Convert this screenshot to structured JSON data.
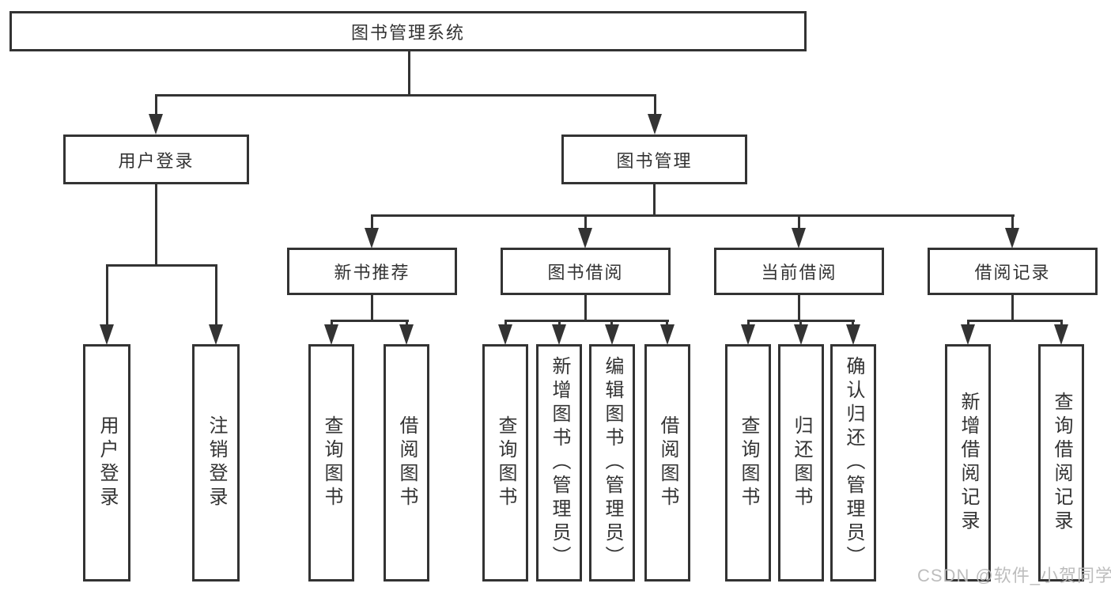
{
  "diagram": {
    "root": {
      "label": "图书管理系统"
    },
    "branches": [
      {
        "label": "用户登录",
        "children": [
          {
            "label": "用户登录"
          },
          {
            "label": "注销登录"
          }
        ]
      },
      {
        "label": "图书管理",
        "children": [
          {
            "label": "新书推荐",
            "children": [
              {
                "label": "查询图书"
              },
              {
                "label": "借阅图书"
              }
            ]
          },
          {
            "label": "图书借阅",
            "children": [
              {
                "label": "查询图书"
              },
              {
                "label": "新增图书（管理员）"
              },
              {
                "label": "编辑图书（管理员）"
              },
              {
                "label": "借阅图书"
              }
            ]
          },
          {
            "label": "当前借阅",
            "children": [
              {
                "label": "查询图书"
              },
              {
                "label": "归还图书"
              },
              {
                "label": "确认归还（管理员）"
              }
            ]
          },
          {
            "label": "借阅记录",
            "children": [
              {
                "label": "新增借阅记录"
              },
              {
                "label": "查询借阅记录"
              }
            ]
          }
        ]
      }
    ]
  },
  "watermark": {
    "text": "CSDN @软件_小贺同学"
  },
  "colors": {
    "line": "#333333",
    "text": "#333333",
    "background": "#ffffff",
    "watermark": "#b9b9b9"
  }
}
